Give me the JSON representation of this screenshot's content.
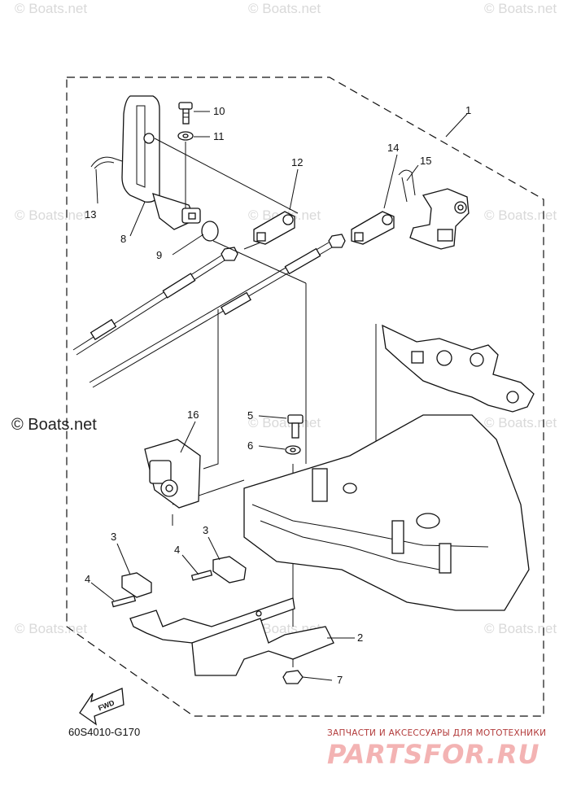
{
  "watermark": "© Boats.net",
  "diagram_code": "60S4010-G170",
  "fwd_label": "FWD",
  "brand": {
    "tagline": "ЗАПЧАСТИ И АКСЕССУАРЫ ДЛЯ МОТОТЕХНИКИ",
    "logo": "PARTSFOR.RU"
  },
  "callouts": {
    "c1": "1",
    "c2": "2",
    "c3a": "3",
    "c3b": "3",
    "c4a": "4",
    "c4b": "4",
    "c5": "5",
    "c6": "6",
    "c7": "7",
    "c8": "8",
    "c9": "9",
    "c10": "10",
    "c11": "11",
    "c12": "12",
    "c13": "13",
    "c14": "14",
    "c15": "15",
    "c16": "16"
  }
}
